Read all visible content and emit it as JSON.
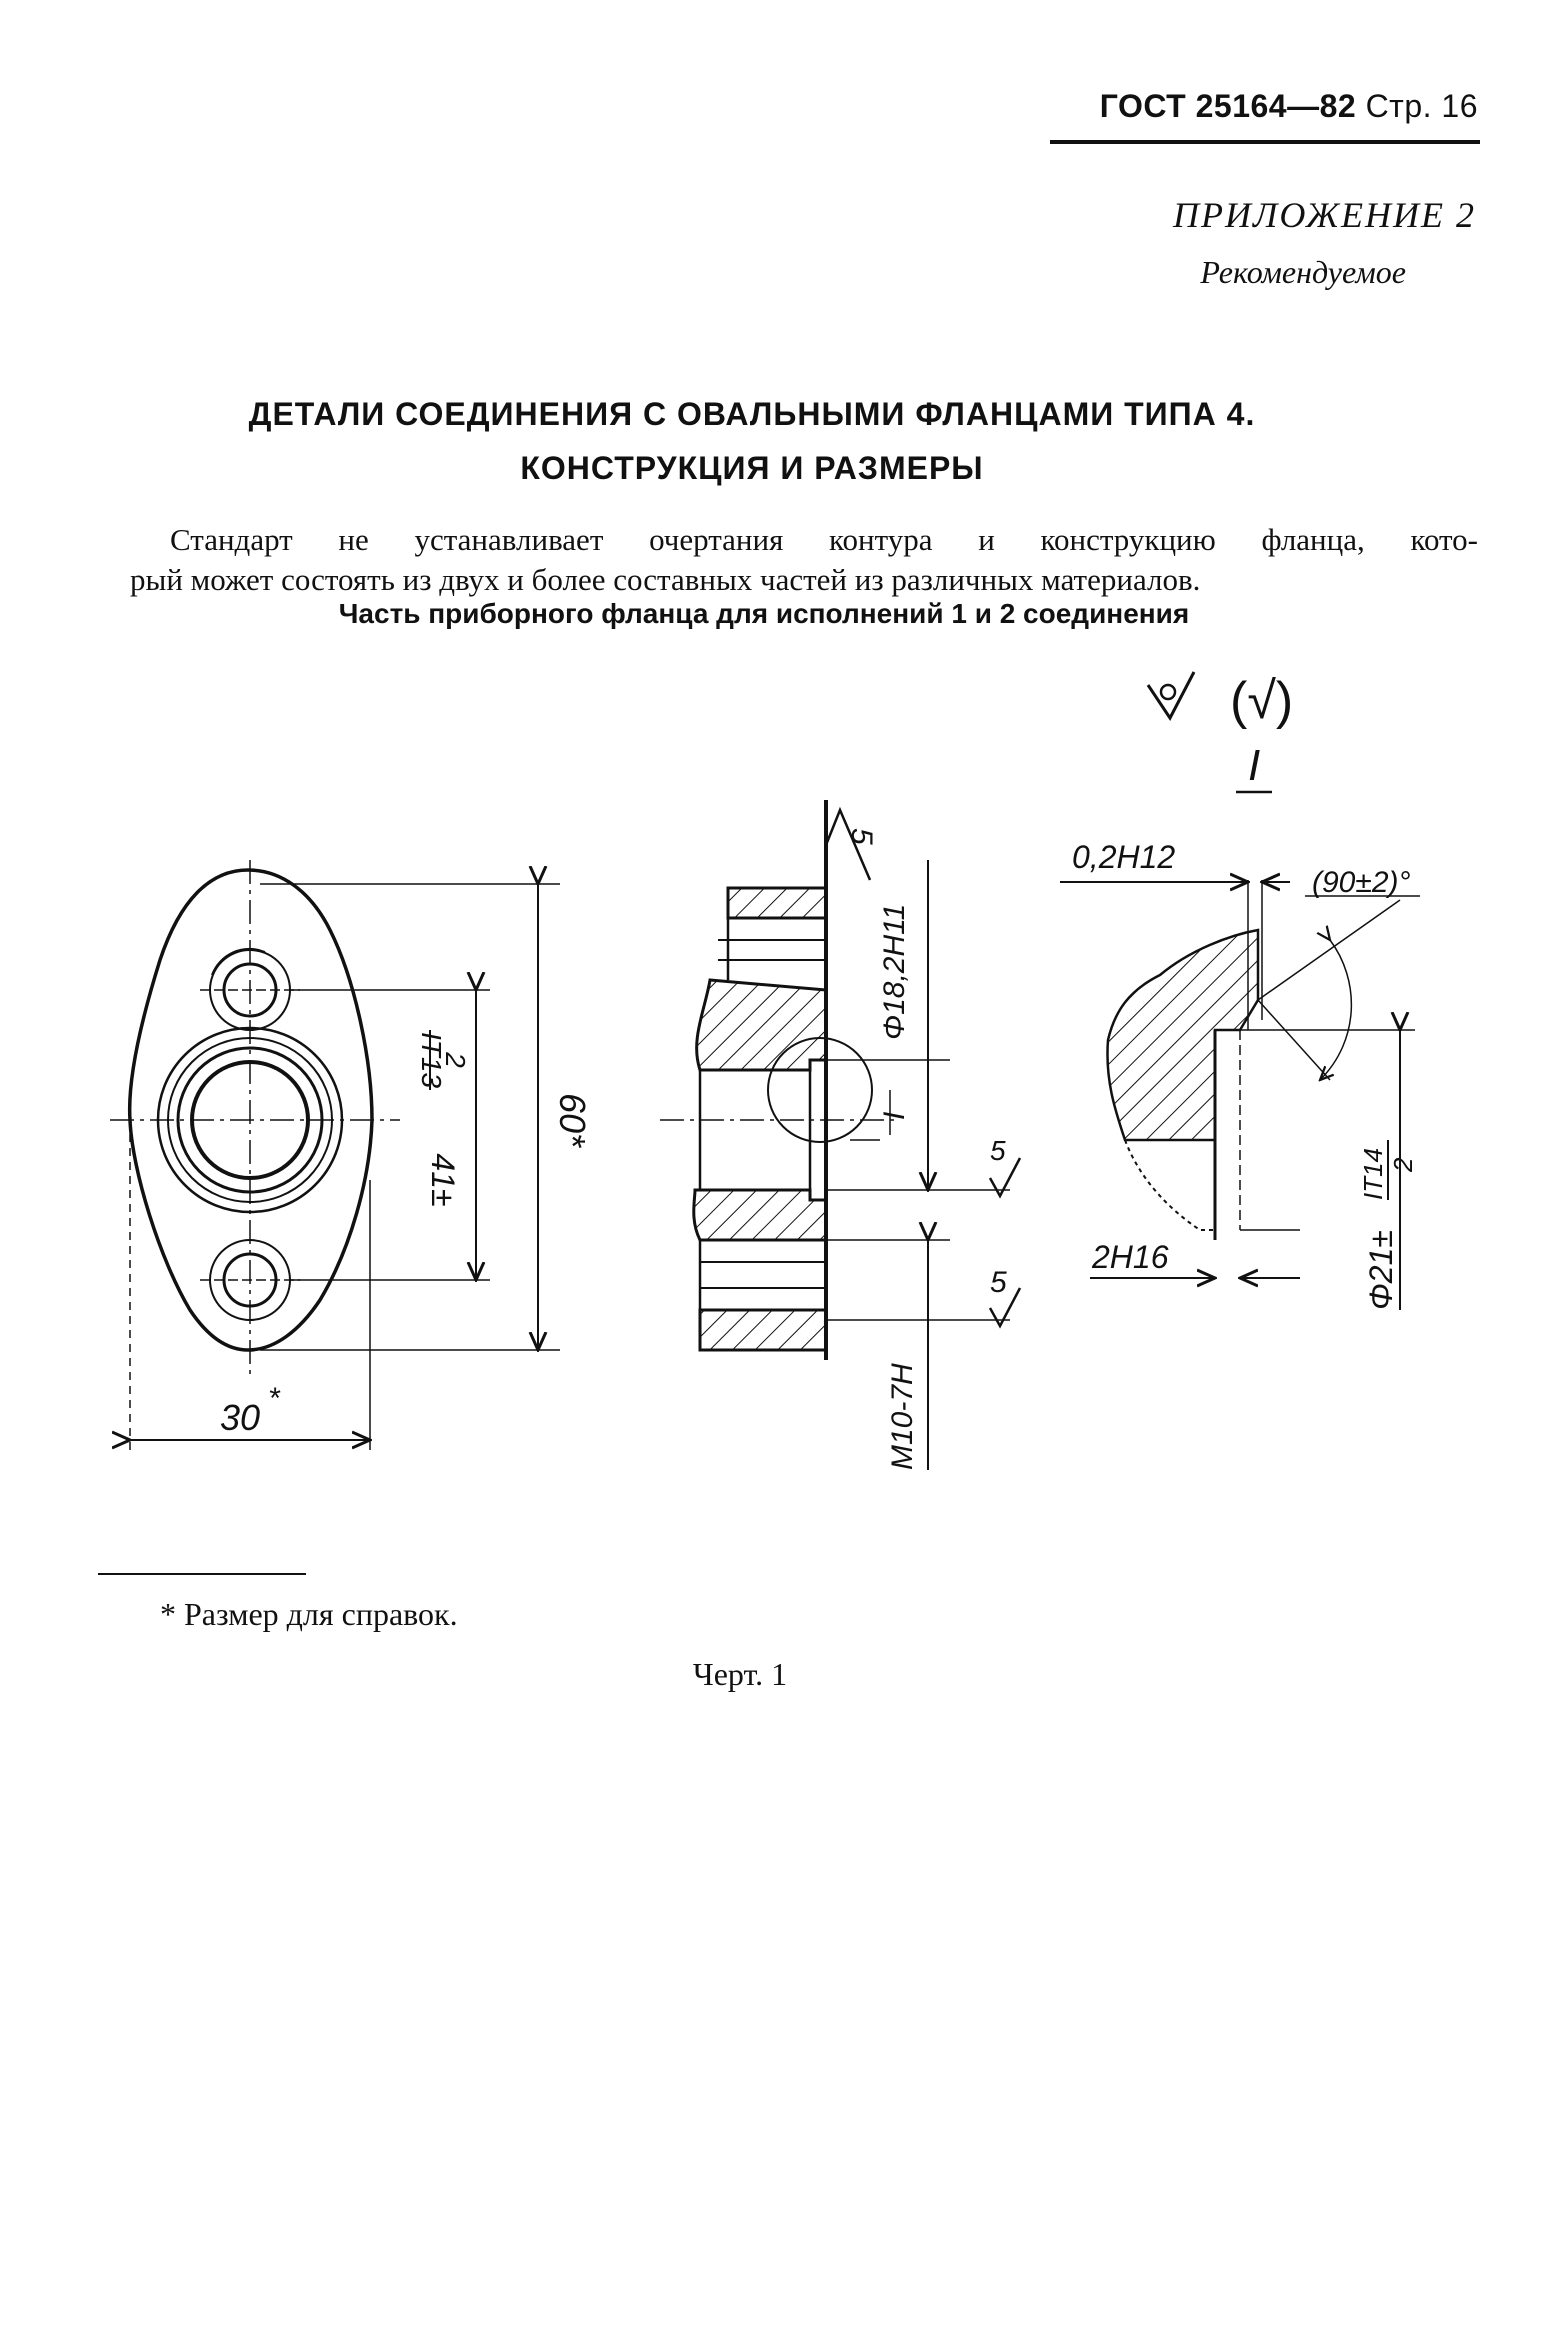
{
  "header": {
    "gost": "ГОСТ 25164—82",
    "page": "Стр. 16"
  },
  "appendix": {
    "title": "ПРИЛОЖЕНИЕ 2",
    "status": "Рекомендуемое"
  },
  "title": {
    "line1": "ДЕТАЛИ СОЕДИНЕНИЯ С ОВАЛЬНЫМИ ФЛАНЦАМИ ТИПА 4.",
    "line2": "КОНСТРУКЦИЯ И РАЗМЕРЫ"
  },
  "body": {
    "line1": "Стандарт не устанавливает очертания контура и конструкцию фланца, кото-",
    "line2": "рый может состоять из двух и более составных частей из различных материалов.",
    "subtitle": "Часть приборного фланца для исполнений 1 и 2 соединения"
  },
  "drawing": {
    "roughness_general": "(√)",
    "detail_mark": "I",
    "dim_0_2H12": "0,2H12",
    "dim_angle": "(90±2)°",
    "dim_d18": "Φ18,2H11",
    "dim_detail_ref": "I",
    "dim_41": "41±",
    "dim_it13_num": "IT13",
    "dim_it13_den": "2",
    "dim_60": "60*",
    "dim_30": "30",
    "dim_30_star": "*",
    "dim_2H16": "2H16",
    "dim_d21": "Φ21±",
    "dim_it14_num": "IT14",
    "dim_it14_den": "2",
    "dim_m10": "M10-7H",
    "rough_5_top": "5",
    "rough_5_mid": "5",
    "rough_5_low": "5"
  },
  "footnote": "* Размер для справок.",
  "caption": "Черт. 1"
}
